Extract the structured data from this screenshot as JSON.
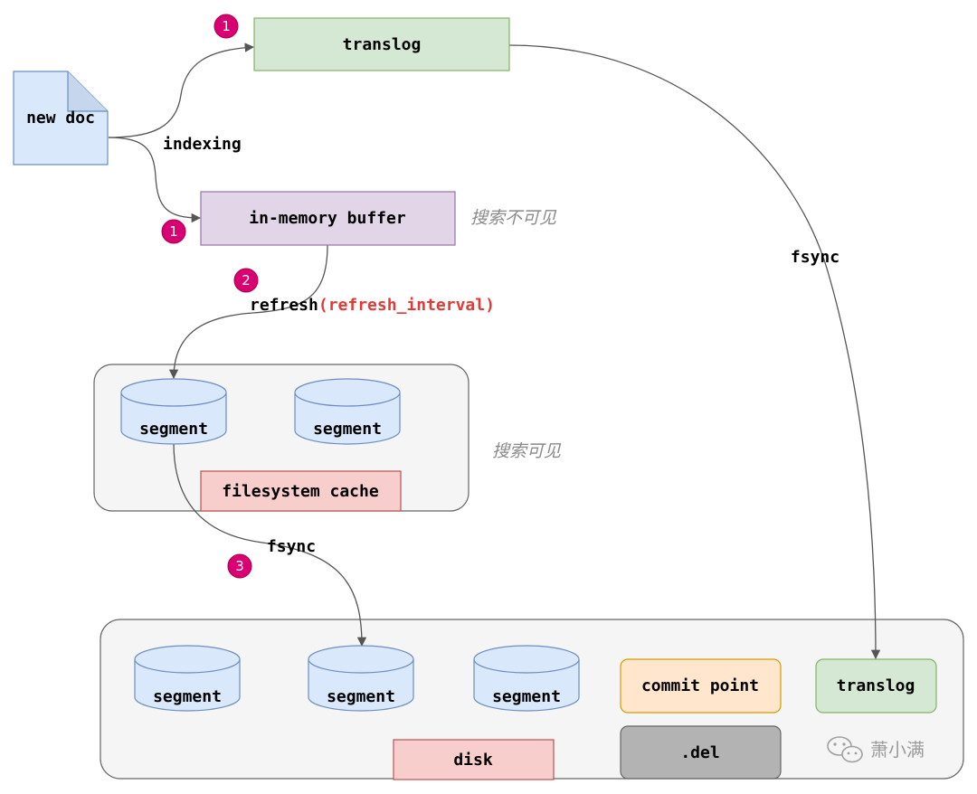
{
  "nodes": {
    "new_doc": "new doc",
    "translog_top": "translog",
    "in_memory_buffer": "in-memory buffer",
    "cache_segment_1": "segment",
    "cache_segment_2": "segment",
    "filesystem_cache": "filesystem cache",
    "disk_segment_1": "segment",
    "disk_segment_2": "segment",
    "disk_segment_3": "segment",
    "commit_point": "commit point",
    "translog_disk": "translog",
    "disk": "disk",
    "del": ".del"
  },
  "edges": {
    "indexing": "indexing",
    "refresh": "refresh",
    "refresh_interval": "(refresh_interval)",
    "fsync_cache": "fsync",
    "fsync_translog": "fsync"
  },
  "annotations": {
    "not_searchable": "搜索不可见",
    "searchable": "搜索可见"
  },
  "badges": {
    "step1_translog": "1",
    "step1_buffer": "1",
    "step2": "2",
    "step3": "3"
  },
  "watermark": "萧小满",
  "colors": {
    "doc_fill": "#dae8fc",
    "doc_stroke": "#6c8ebf",
    "green_fill": "#d5e8d4",
    "green_stroke": "#82b366",
    "purple_fill": "#e1d5e7",
    "purple_stroke": "#9673a6",
    "red_fill": "#f8cecc",
    "red_stroke": "#b85450",
    "orange_fill": "#ffe6cc",
    "orange_stroke": "#d79b00",
    "gray_fill": "#b3b3b3",
    "gray_stroke": "#666666",
    "container_fill": "#f5f5f5",
    "container_stroke": "#666666",
    "badge": "#d80073",
    "accent_red": "#e53935"
  }
}
